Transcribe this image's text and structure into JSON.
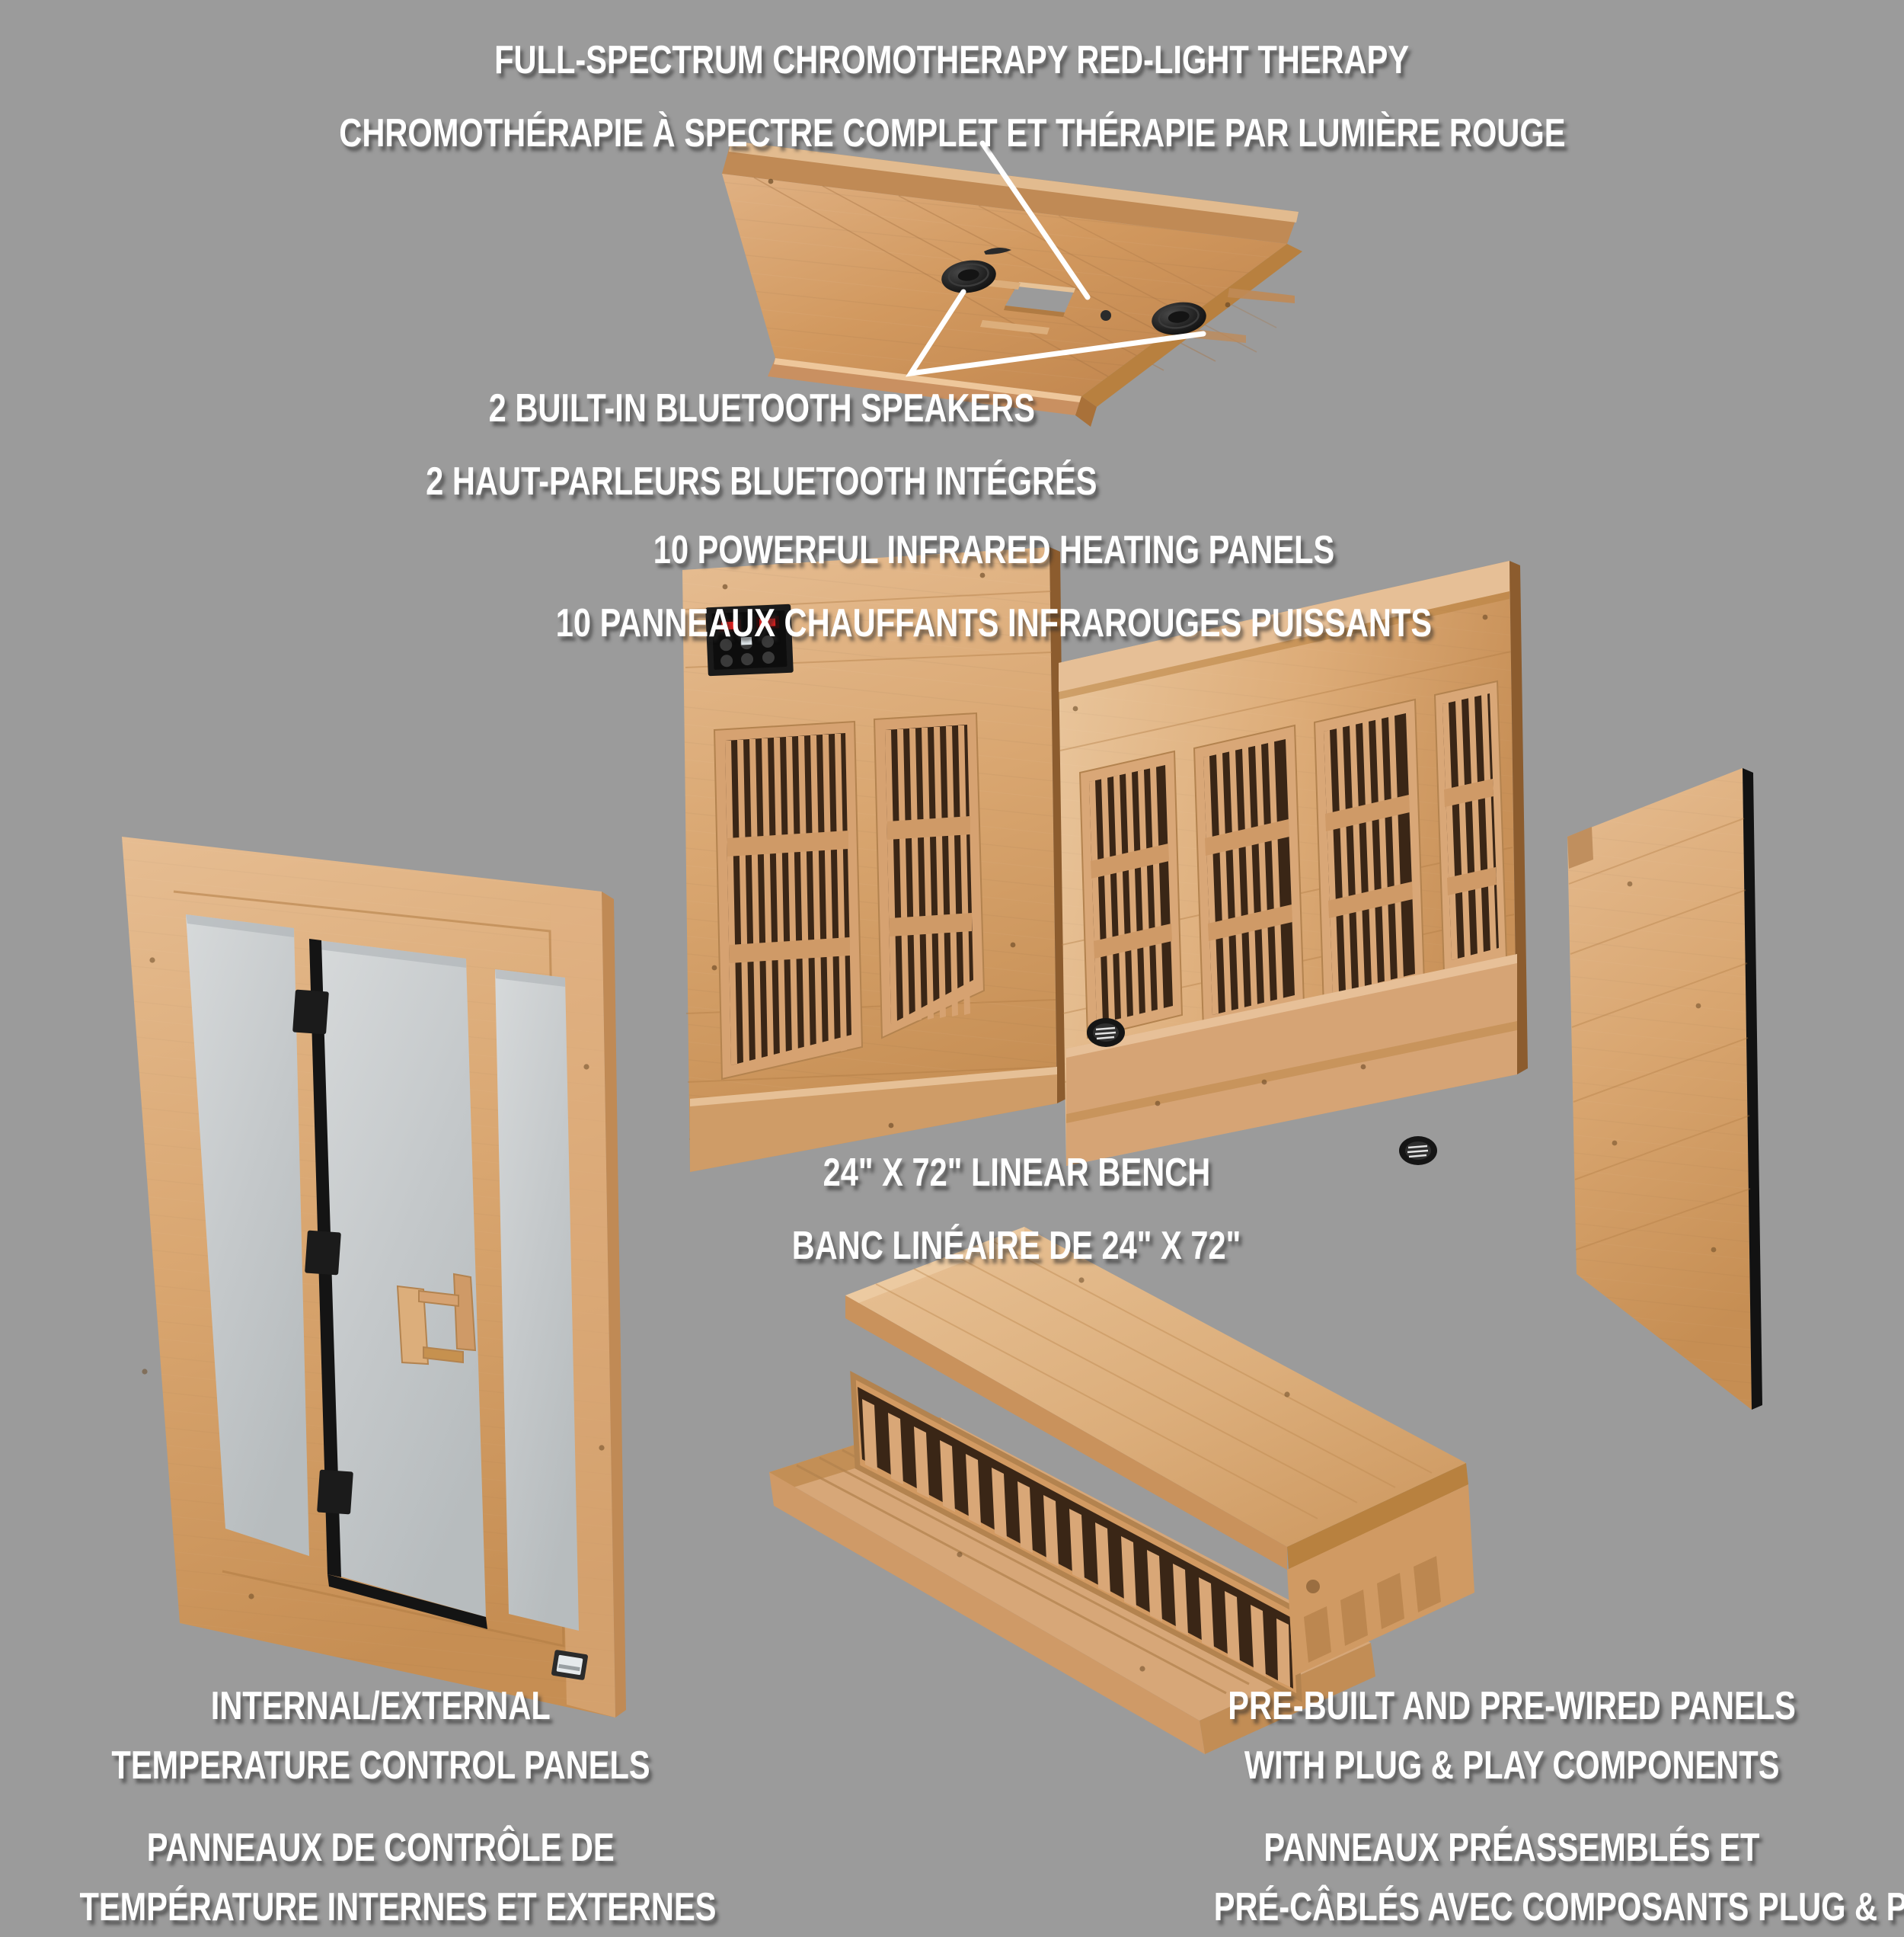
{
  "meta": {
    "background_color": "#9b9b9b",
    "text_color": "#ffffff",
    "wood_color": "#d29a64",
    "wood_color_light": "#e3b888",
    "wood_color_dark": "#b87e4b",
    "glass_color": "#c9ccce",
    "hardware_color": "#1e1e1e"
  },
  "callouts": {
    "chromotherapy": {
      "en": "FULL-SPECTRUM CHROMOTHERAPY RED-LIGHT THERAPY",
      "fr": "CHROMOTHÉRAPIE À SPECTRE COMPLET ET THÉRAPIE PAR LUMIÈRE ROUGE"
    },
    "speakers": {
      "en": "2 BUILT-IN BLUETOOTH SPEAKERS",
      "fr": "2 HAUT-PARLEURS BLUETOOTH INTÉGRÉS"
    },
    "heaters": {
      "en": "10 POWERFUL INFRARED HEATING PANELS",
      "fr": "10 PANNEAUX CHAUFFANTS INFRAROUGES PUISSANTS"
    },
    "bench": {
      "en": "24\" X 72\" LINEAR BENCH",
      "fr": "BANC LINÉAIRE DE 24\" X 72\""
    },
    "temperature": {
      "en_line1": "INTERNAL/EXTERNAL",
      "en_line2": "TEMPERATURE CONTROL PANELS",
      "fr_line1": "PANNEAUX DE CONTRÔLE DE",
      "fr_line2": "TEMPÉRATURE INTERNES ET EXTERNES"
    },
    "prebuilt": {
      "en_line1": "PRE-BUILT AND PRE-WIRED PANELS",
      "en_line2": "WITH PLUG & PLAY COMPONENTS",
      "fr_line1": "PANNEAUX PRÉASSEMBLÉS ET",
      "fr_line2": "PRÉ-CÂBLÉS AVEC COMPOSANTS PLUG & PLAY"
    }
  },
  "components": {
    "ceiling_panel": {
      "name": "ceiling panel",
      "speakers": 2,
      "light_cutout": 1
    },
    "side_heater_panel": {
      "name": "side wall panel",
      "grilles": 2,
      "control_panel": "internal digital control panel"
    },
    "back_heater_panel": {
      "name": "back wall panel",
      "grilles": 4,
      "vents": 2
    },
    "front_door_panel": {
      "name": "front door panel",
      "glass_panes": 3,
      "hinges": 3,
      "handle": 1,
      "control_panel": "external control panel"
    },
    "right_side_panel": {
      "name": "right side wall panel"
    },
    "bench": {
      "name": "linear bench",
      "slats": 20
    }
  }
}
